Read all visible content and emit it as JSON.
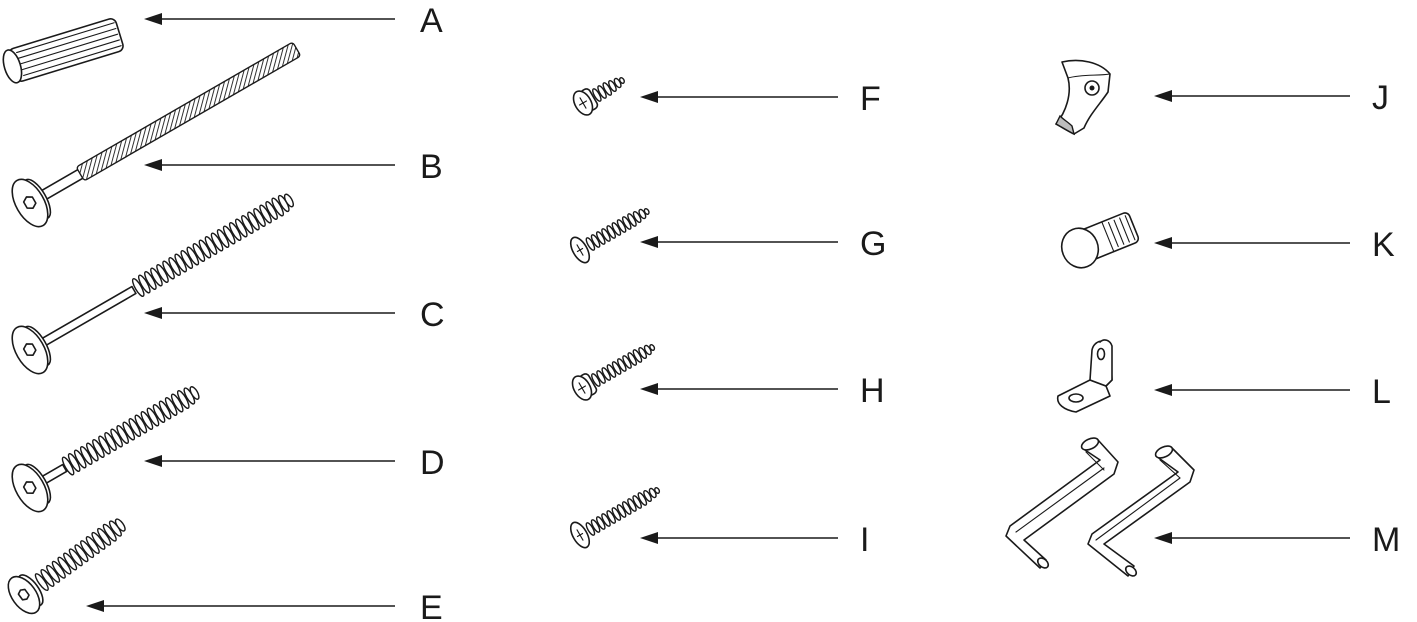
{
  "diagram": {
    "parts": [
      {
        "id": "A",
        "label": "A",
        "icon": "wooden-dowel-icon"
      },
      {
        "id": "B",
        "label": "B",
        "icon": "long-knurled-connector-bolt-icon"
      },
      {
        "id": "C",
        "label": "C",
        "icon": "long-threaded-bolt-icon"
      },
      {
        "id": "D",
        "label": "D",
        "icon": "medium-threaded-bolt-icon"
      },
      {
        "id": "E",
        "label": "E",
        "icon": "short-threaded-bolt-icon"
      },
      {
        "id": "F",
        "label": "F",
        "icon": "short-phillips-screw-icon"
      },
      {
        "id": "G",
        "label": "G",
        "icon": "wafer-head-screw-icon"
      },
      {
        "id": "H",
        "label": "H",
        "icon": "pan-head-screw-icon"
      },
      {
        "id": "I",
        "label": "I",
        "icon": "long-wafer-head-screw-icon"
      },
      {
        "id": "J",
        "label": "J",
        "icon": "cam-lock-clip-icon"
      },
      {
        "id": "K",
        "label": "K",
        "icon": "barrel-nut-icon"
      },
      {
        "id": "L",
        "label": "L",
        "icon": "angle-bracket-icon"
      },
      {
        "id": "M",
        "label": "M",
        "icon": "allen-key-pair-icon"
      }
    ],
    "colors": {
      "ink": "#1a1a1a",
      "background": "#ffffff",
      "shade": "#bdbdbd"
    }
  }
}
